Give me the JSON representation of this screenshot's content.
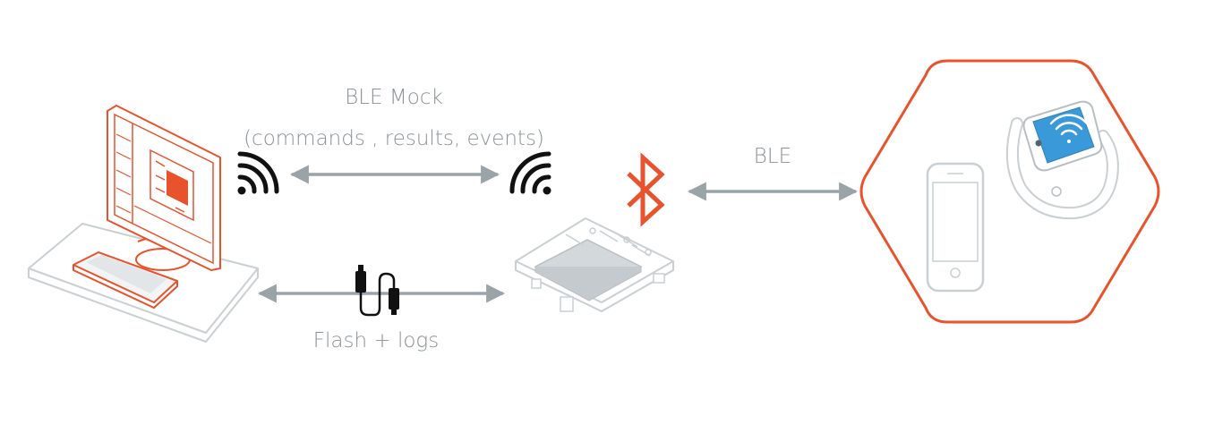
{
  "labels": {
    "ble_mock": "BLE Mock",
    "ble_mock_detail": "(commands , results, events)",
    "ble": "BLE",
    "flash_logs": "Flash + logs"
  },
  "colors": {
    "accent": "#e8532d",
    "arrow": "#9aa3a8",
    "line": "#c9cfd2",
    "screen_blue": "#3a9ad9",
    "black": "#111111"
  },
  "icons": [
    "computer-icon",
    "wifi-signal-icon",
    "usb-cable-icon",
    "dev-board-icon",
    "bluetooth-icon",
    "smartphone-icon",
    "smartwatch-icon"
  ]
}
